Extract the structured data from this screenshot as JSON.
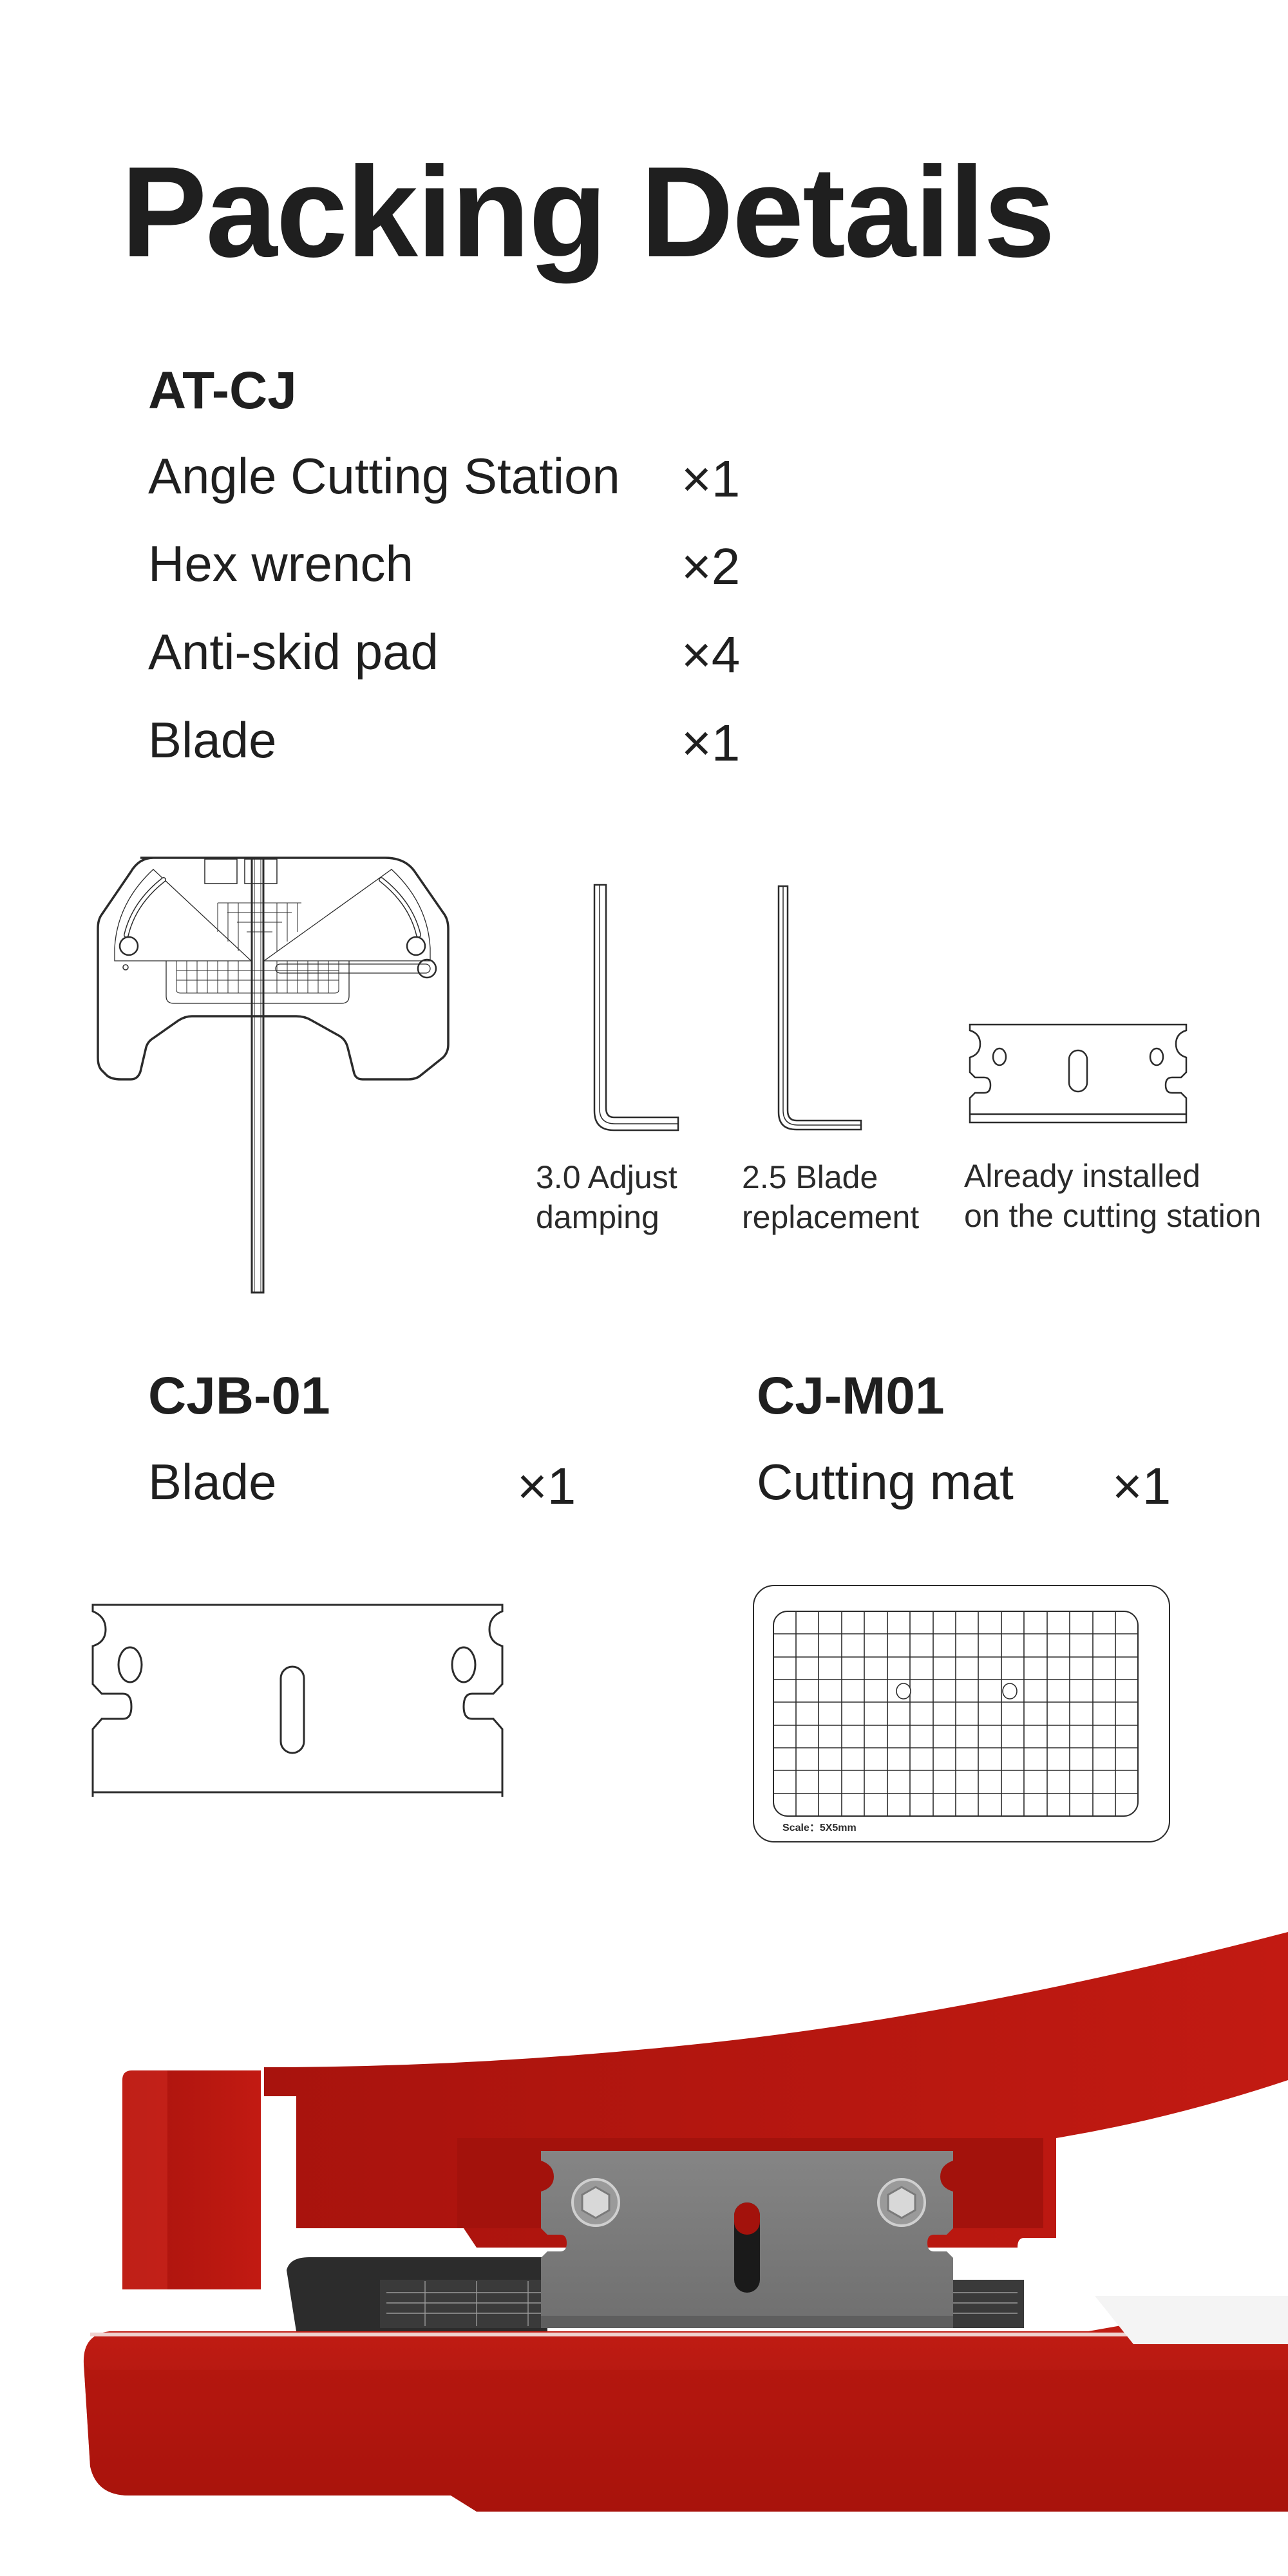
{
  "page": {
    "title": "Packing Details",
    "colors": {
      "text": "#1f1f1f",
      "line_art": "#2b2b2b",
      "product_red": "#b5160f",
      "product_red_dark": "#8c0f0a",
      "blade_grey": "#7a7a7a",
      "background": "#ffffff"
    }
  },
  "kits": [
    {
      "model": "AT-CJ",
      "items": [
        {
          "name": "Angle Cutting Station",
          "qty": "×1"
        },
        {
          "name": "Hex wrench",
          "qty": "×2"
        },
        {
          "name": "Anti-skid pad",
          "qty": "×4"
        },
        {
          "name": "Blade",
          "qty": "×1"
        }
      ],
      "illustrations": [
        {
          "icon": "angle-cutting-station-drawing",
          "caption_lines": []
        },
        {
          "icon": "hex-wrench-3-0-drawing",
          "caption_lines": [
            "3.0 Adjust",
            "damping"
          ]
        },
        {
          "icon": "hex-wrench-2-5-drawing",
          "caption_lines": [
            "2.5 Blade",
            "replacement"
          ]
        },
        {
          "icon": "blade-drawing",
          "caption_lines": [
            "Already installed",
            "on the cutting station"
          ]
        }
      ]
    },
    {
      "model": "CJB-01",
      "items": [
        {
          "name": "Blade",
          "qty": "×1"
        }
      ],
      "illustrations": [
        {
          "icon": "blade-large-drawing"
        }
      ]
    },
    {
      "model": "CJ-M01",
      "items": [
        {
          "name": "Cutting mat",
          "qty": "×1"
        }
      ],
      "illustrations": [
        {
          "icon": "cutting-mat-drawing",
          "scale_label": "Scale：5X5mm",
          "grid_cols": 16,
          "grid_rows": 9
        }
      ]
    }
  ],
  "product_photo": {
    "icon": "angle-cutting-station-photo",
    "subject": "Red angle cutting station with installed grey blade"
  }
}
